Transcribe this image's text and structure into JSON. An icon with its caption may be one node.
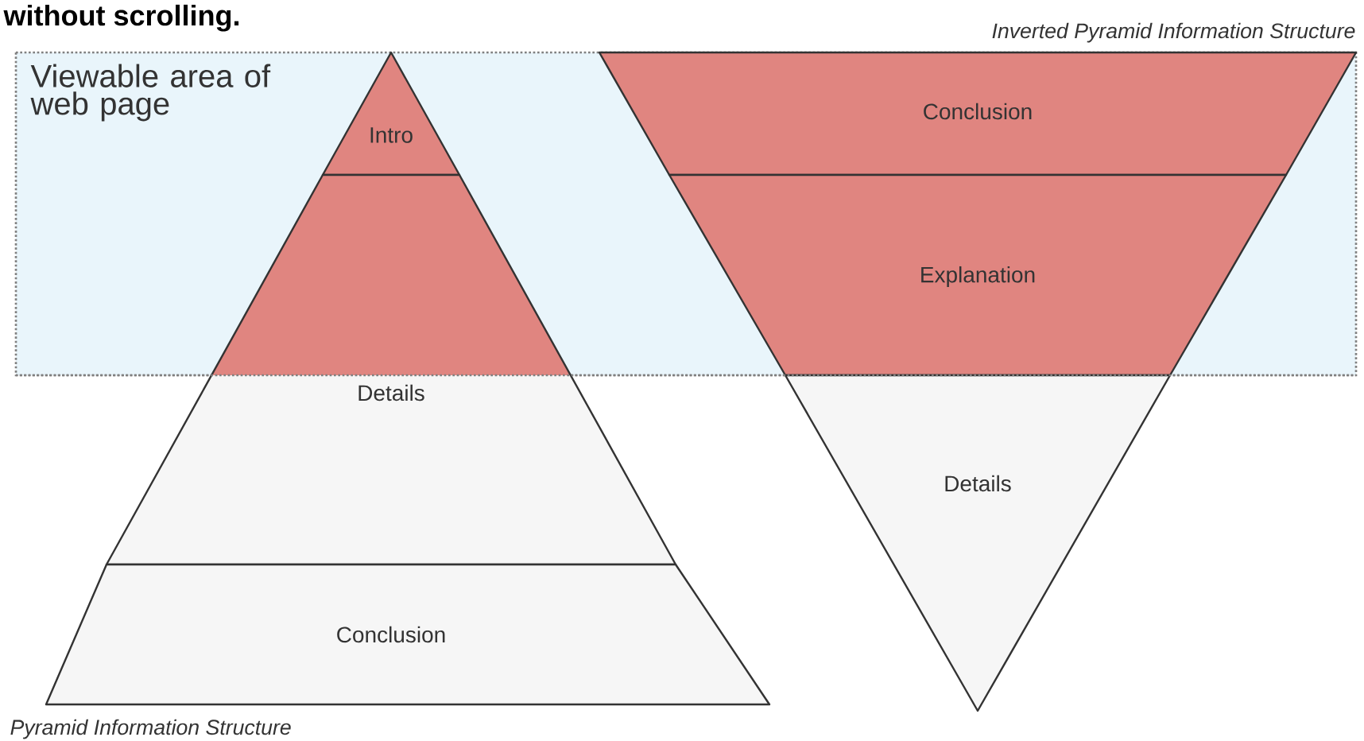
{
  "diagram": {
    "nodes": [
      {
        "text": [
          "Viewable area of web page"
        ]
      },
      {
        "text": [
          "Intro"
        ],
        "in": 0
      },
      {
        "text": [
          "Details"
        ]
      },
      {
        "text": [
          "Conclusion"
        ]
      },
      {
        "text": [
          "Conclusion"
        ],
        "in": 0
      },
      {
        "text": [
          "Explanation"
        ],
        "in": 0
      },
      {
        "text": [
          "Details"
        ]
      }
    ],
    "labels": [
      "without scrolling.",
      "Inverted Pyramid Information Structure",
      "Pyramid Information Structure"
    ]
  }
}
